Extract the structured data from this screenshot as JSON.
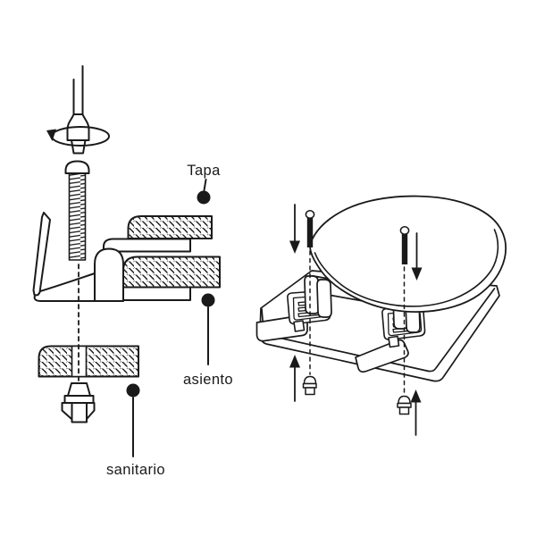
{
  "colors": {
    "ink": "#1a1a1a",
    "background": "#ffffff"
  },
  "labels": {
    "tapa": "Tapa",
    "asiento": "asiento",
    "sanitario": "sanitario"
  }
}
